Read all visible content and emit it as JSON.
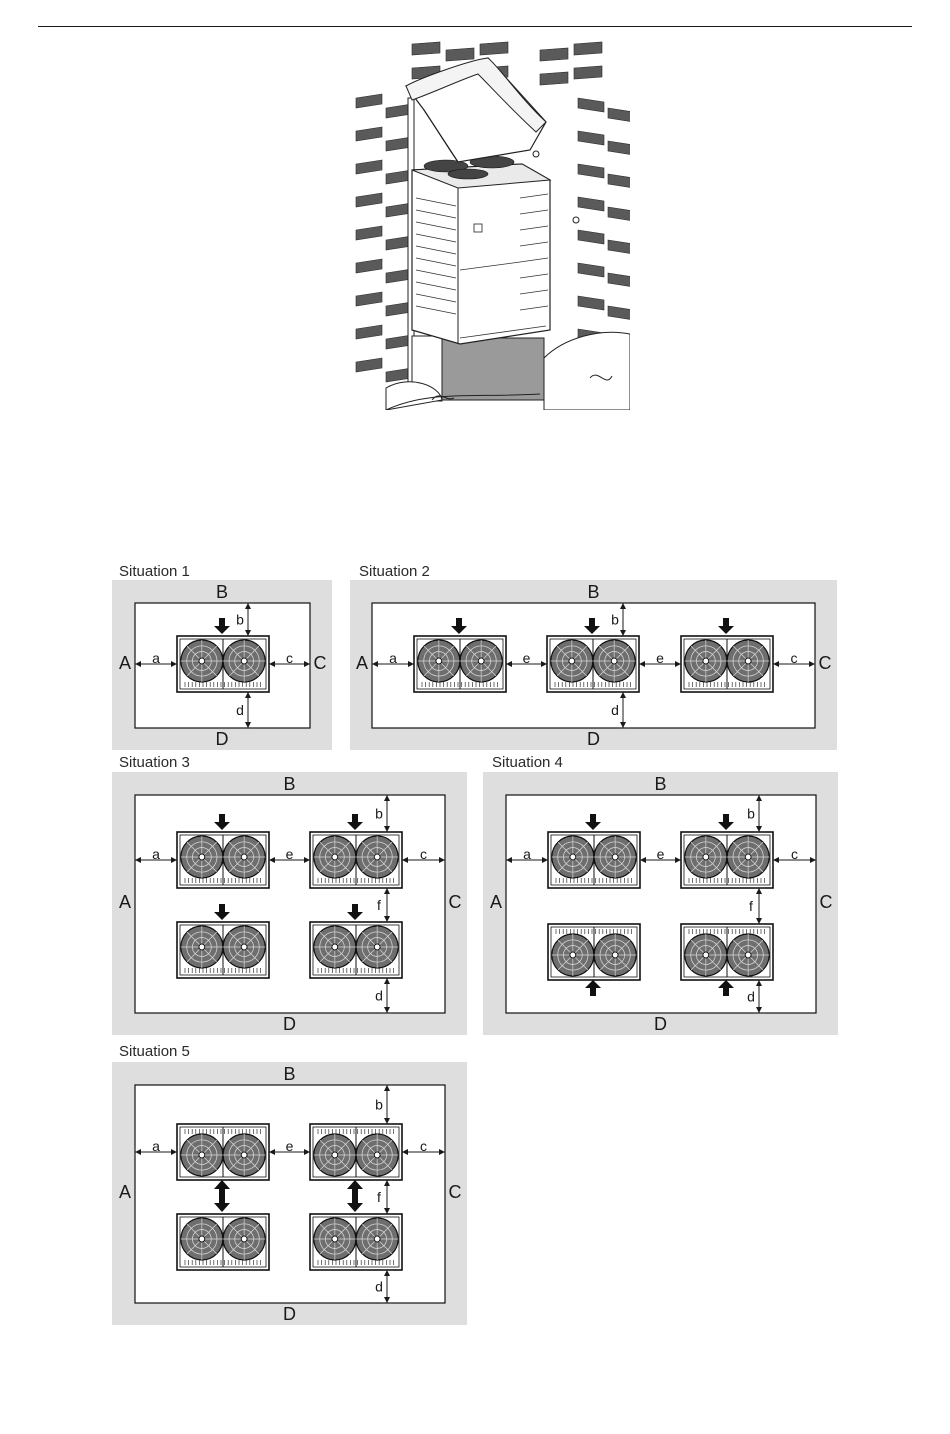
{
  "labels": {
    "area": {
      "A": "A",
      "B": "B",
      "C": "C",
      "D": "D"
    },
    "dims": {
      "a": "a",
      "b": "b",
      "c": "c",
      "d": "d",
      "e": "e",
      "f": "f"
    }
  },
  "situations": [
    {
      "title": "Situation 1"
    },
    {
      "title": "Situation 2"
    },
    {
      "title": "Situation 3"
    },
    {
      "title": "Situation 4"
    },
    {
      "title": "Situation 5"
    }
  ],
  "colors": {
    "panel": "#dedede",
    "ink": "#1a1a1a",
    "brick": "#5a5a5a",
    "unit": "#ffffff"
  }
}
